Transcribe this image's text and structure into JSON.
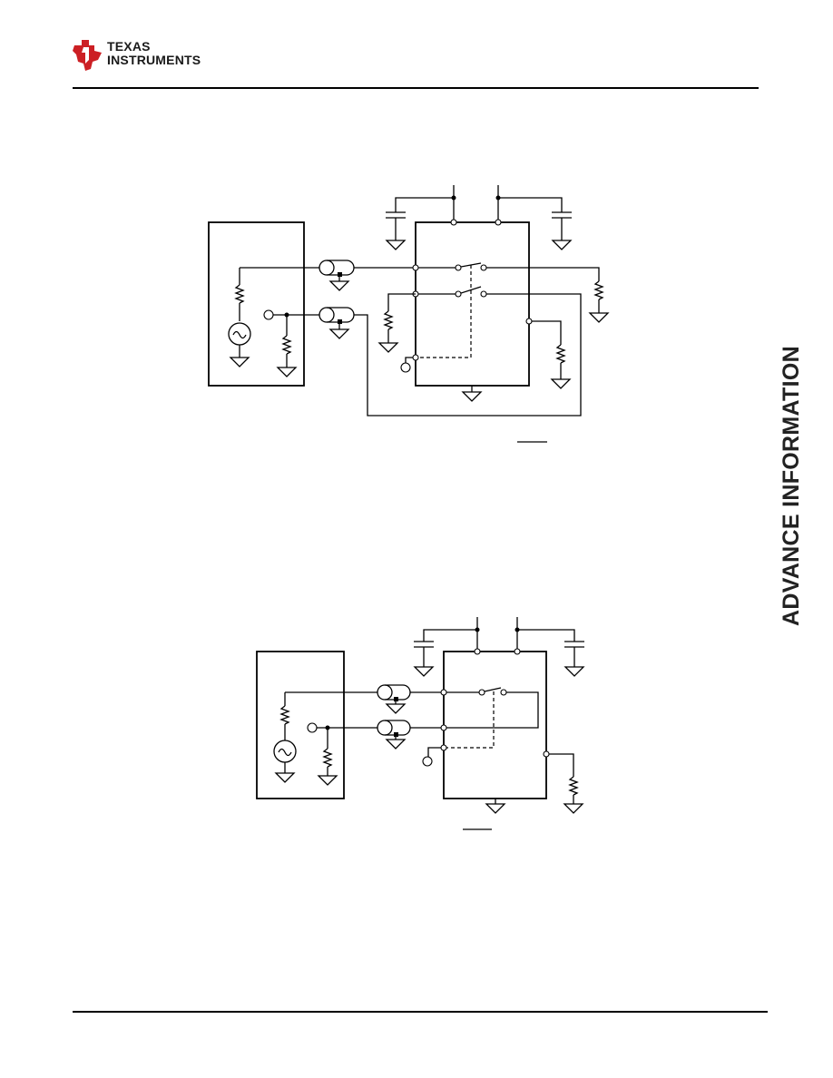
{
  "header": {
    "brand_line1": "Texas",
    "brand_line2": "Instruments"
  },
  "sidebar": {
    "status_label": "ADVANCE INFORMATION"
  },
  "colors": {
    "logo_red": "#cc1f24",
    "text": "#1a1a1a",
    "line": "#000000"
  },
  "icons": [
    "ti-logo-icon"
  ]
}
